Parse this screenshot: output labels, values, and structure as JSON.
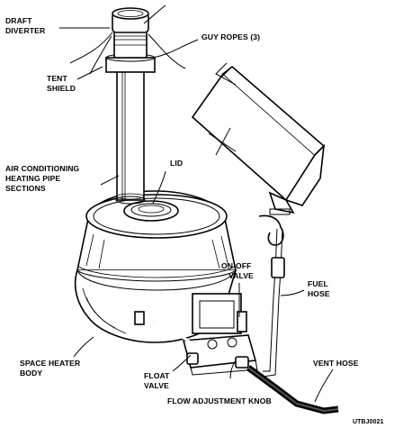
{
  "labels": {
    "draft_diverter_1": "DRAFT",
    "draft_diverter_2": "DIVERTER",
    "guy_ropes": "GUY ROPES (3)",
    "tent_shield_1": "TENT",
    "tent_shield_2": "SHIELD",
    "lid": "LID",
    "air_cond_1": "AIR CONDITIONING",
    "air_cond_2": "HEATING PIPE",
    "air_cond_3": "SECTIONS",
    "on_off_1": "ON-OFF",
    "on_off_2": "VALVE",
    "fuel_hose_1": "FUEL",
    "fuel_hose_2": "HOSE",
    "space_heater_1": "SPACE HEATER",
    "space_heater_2": "BODY",
    "float_valve_1": "FLOAT",
    "float_valve_2": "VALVE",
    "vent_hose": "VENT HOSE",
    "flow_adjustment_knob": "FLOW ADJUSTMENT KNOB",
    "figure_code": "UTBJ0021"
  }
}
